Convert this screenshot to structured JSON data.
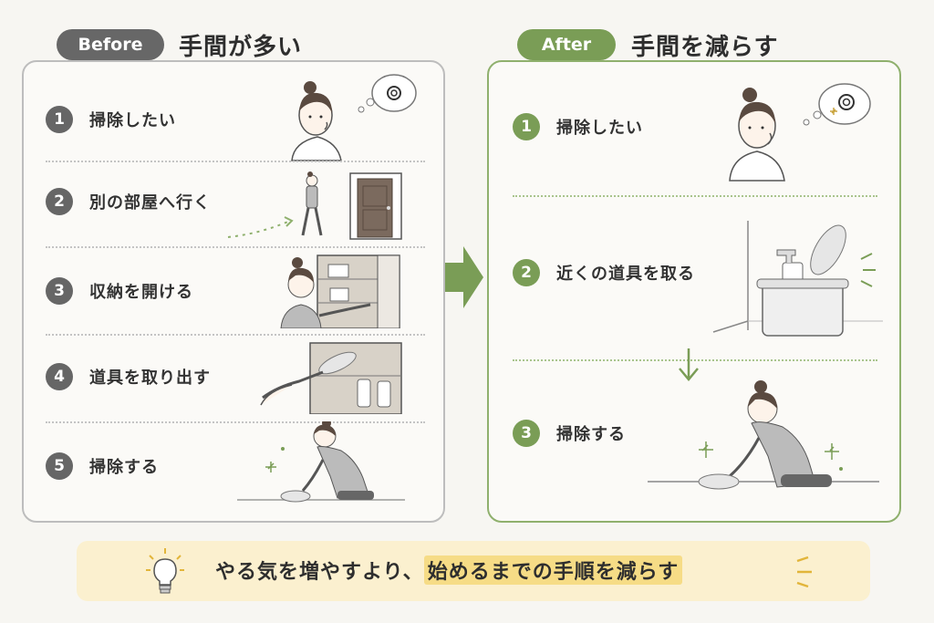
{
  "before": {
    "tag": "Before",
    "heading": "手間が多い",
    "steps": [
      {
        "num": "1",
        "label": "掃除したい"
      },
      {
        "num": "2",
        "label": "別の部屋へ行く"
      },
      {
        "num": "3",
        "label": "収納を開ける"
      },
      {
        "num": "4",
        "label": "道具を取り出す"
      },
      {
        "num": "5",
        "label": "掃除する"
      }
    ]
  },
  "after": {
    "tag": "After",
    "heading": "手間を減らす",
    "steps": [
      {
        "num": "1",
        "label": "掃除したい"
      },
      {
        "num": "2",
        "label": "近くの道具を取る"
      },
      {
        "num": "3",
        "label": "掃除する"
      }
    ]
  },
  "banner": {
    "text_main": "やる気を増やすより、",
    "text_highlight": "始めるまでの手順を減らす",
    "icon": "lightbulb-icon"
  },
  "colors": {
    "before_accent": "#666666",
    "after_accent": "#7a9d56",
    "highlight": "#f6dc86"
  }
}
